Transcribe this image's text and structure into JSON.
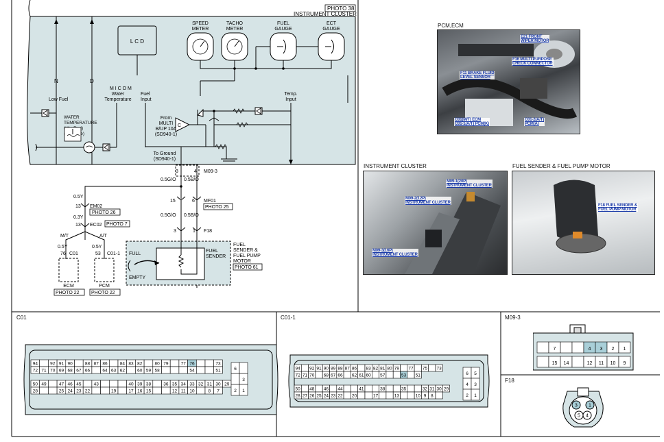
{
  "schematic": {
    "photo_ref_top": "PHOTO 38",
    "cluster_title": "INSTRUMENT CLUSTER",
    "lcd": "L C D",
    "gauges": [
      "SPEED\nMETER",
      "TACHO\nMETER",
      "FUEL\nGAUGE",
      "ECT\nGAUGE"
    ],
    "n_label": "N",
    "d_label": "D",
    "micom": "M I C O M",
    "water_temp_label": "Water\nTemperature",
    "fuel_input": "Fuel\nInput",
    "temp_input": "Temp.\nInput",
    "low_fuel": "Low Fuel",
    "water_temperature": "WATER\nTEMPERATURE\n(HI : Red)\n(Lo : Blue)",
    "from_multi": "From\nMULTI\nB/UP 10A\n(SD940-1)",
    "comparator": "C",
    "to_ground": "To Ground\n(SD940-1)",
    "m09_3": "M09-3",
    "pin_3": "3",
    "pin_4": "4",
    "wire_05go": "0.5G/O",
    "wire_05bo": "0.5B/O",
    "wire_05y": "0.5Y",
    "em02_pin": "13",
    "em02": "EM02",
    "photo26": "PHOTO 26",
    "wire_03y": "0.3Y",
    "ec02_pin": "13",
    "ec02": "EC02",
    "photo7": "PHOTO 7",
    "mf01_pin15": "15",
    "mf01_pin6": "6",
    "mf01": "MF01",
    "photo25": "PHOTO 25",
    "wire_05go2": "0.5G/O",
    "wire_05bo2": "0.5B/O",
    "f18_pin3": "3",
    "f18_pin1": "1",
    "f18": "F18",
    "mt": "M/T",
    "at": "A/T",
    "wire_05y_mt": "0.5Y",
    "wire_05y_at": "0.5Y",
    "c01_pin": "76",
    "c01": "C01",
    "c011_pin": "53",
    "c011": "C01-1",
    "ecm": "ECM",
    "photo22a": "PHOTO 22",
    "pcm": "PCM",
    "photo22b": "PHOTO 22",
    "full": "FULL",
    "empty": "EMPTY",
    "fuel_sender": "FUEL\nSENDER",
    "fuel_sender_motor": "FUEL\nSENDER &\nFUEL PUMP\nMOTOR",
    "photo61": "PHOTO 61"
  },
  "photos": {
    "pcm_title": "PCM,ECM",
    "pcm_callouts": [
      "E21 FRONT\nWIPER MOTOR",
      "F16 MULTI PURPOSE\nCHECK CONNECTOR",
      "F11 BRAKE FLUID\nLEVEL SENSOR",
      "C01(M/T) ECM\nC01-1(A/T) PCM(K)",
      "C01-2(A/T)\nPCM(A)"
    ],
    "cluster_title": "INSTRUMENT CLUSTER",
    "cluster_callouts": [
      "M09-1(20P)\nINSTRUMENT CLUSTER",
      "M09-2(12P)\nINSTRUMENT CLUSTER",
      "M09-3(16P)\nINSTRUMENT CLUSTER"
    ],
    "fuel_title": "FUEL SENDER & FUEL PUMP MOTOR",
    "fuel_callouts": [
      "F18 FUEL SENDER &\nFUEL PUMP MOTOR"
    ]
  },
  "connectors": {
    "c01": {
      "title": "C01",
      "row1": [
        "94",
        "",
        "92",
        "91",
        "90",
        "",
        "88",
        "87",
        "86",
        "",
        "84",
        "83",
        "82",
        "",
        "80",
        "79",
        "",
        "77",
        "76",
        "",
        "",
        "73"
      ],
      "row2": [
        "72",
        "71",
        "70",
        "69",
        "68",
        "67",
        "66",
        "",
        "64",
        "63",
        "62",
        "",
        "60",
        "59",
        "58",
        "",
        "",
        "",
        "54",
        "",
        "",
        "51"
      ],
      "row3": [
        "50",
        "49",
        "",
        "47",
        "46",
        "45",
        "",
        "43",
        "",
        "",
        "",
        "40",
        "39",
        "38",
        "",
        "36",
        "35",
        "34",
        "33",
        "32",
        "31",
        "30",
        "29"
      ],
      "row4": [
        "28",
        "",
        "",
        "25",
        "24",
        "23",
        "22",
        "",
        "",
        "19",
        "",
        "17",
        "16",
        "15",
        "",
        "",
        "12",
        "11",
        "10",
        "",
        "8",
        "7"
      ],
      "side": [
        [
          "6",
          ""
        ],
        [
          "",
          "3"
        ],
        [
          "2",
          "1"
        ]
      ],
      "highlight": "76"
    },
    "c011": {
      "title": "C01-1",
      "row1": [
        "94",
        "",
        "92",
        "91",
        "90",
        "89",
        "88",
        "87",
        "86",
        "",
        "83",
        "82",
        "81",
        "80",
        "79",
        "",
        "77",
        "",
        "75",
        "",
        "73"
      ],
      "row2": [
        "72",
        "71",
        "70",
        "",
        "68",
        "67",
        "66",
        "",
        "62",
        "61",
        "60",
        "",
        "57",
        "",
        "",
        "53",
        "",
        "51"
      ],
      "row3": [
        "50",
        "",
        "48",
        "",
        "46",
        "",
        "44",
        "",
        "",
        "41",
        "",
        "",
        "38",
        "",
        "",
        "35",
        "",
        "",
        "32",
        "31",
        "30",
        "29"
      ],
      "row4": [
        "28",
        "27",
        "26",
        "25",
        "24",
        "23",
        "22",
        "",
        "20",
        "",
        "",
        "17",
        "",
        "",
        "13",
        "",
        "",
        "10",
        "9",
        "8",
        ""
      ],
      "side": [
        [
          "6",
          "5"
        ],
        [
          "4",
          "3"
        ],
        [
          "2",
          "1"
        ]
      ],
      "highlight": "53"
    },
    "m093": {
      "title": "M09-3",
      "top": [
        "",
        "7",
        "",
        "",
        "4",
        "3",
        "2",
        "1"
      ],
      "bottom": [
        "",
        "15",
        "14",
        "",
        "12",
        "11",
        "10",
        "9"
      ],
      "highlight": "3"
    },
    "f18": {
      "title": "F18",
      "pins": [
        "3",
        "1",
        "5",
        "4"
      ]
    }
  }
}
